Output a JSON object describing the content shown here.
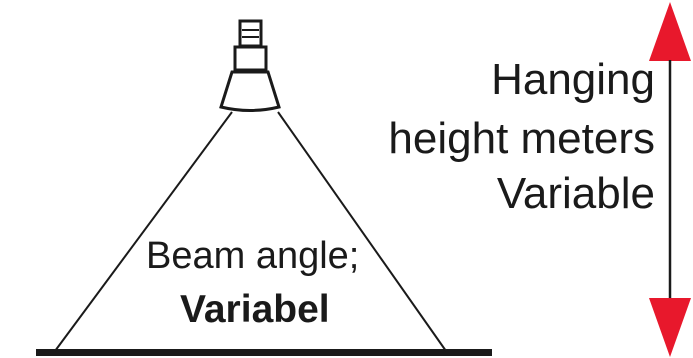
{
  "hanging_height": {
    "line1": "Hanging",
    "line2": "height meters",
    "line3": "Variable"
  },
  "beam_angle": {
    "label": "Beam angle;",
    "value": "Variabel"
  },
  "colors": {
    "arrow": "#e8182c",
    "lines": "#1a1a1a",
    "background": "#ffffff"
  }
}
